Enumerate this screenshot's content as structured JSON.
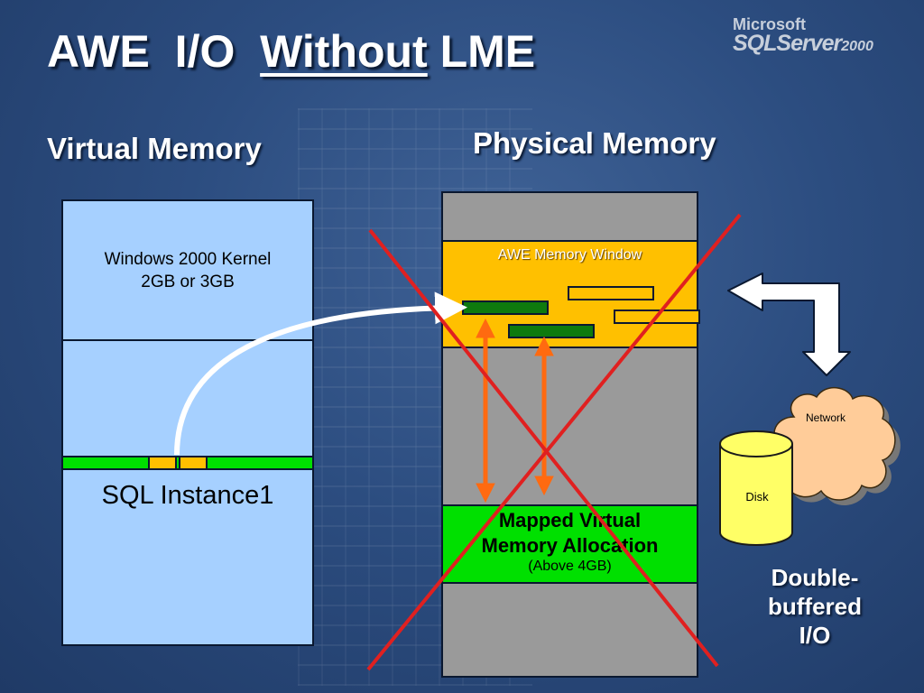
{
  "title": {
    "prefix": "AWE  I/O  ",
    "emphasis": "Without",
    "suffix": " LME"
  },
  "logo": {
    "line1": "Microsoft",
    "line2": "SQLServer",
    "year": "2000"
  },
  "headings": {
    "virtual": "Virtual Memory",
    "physical": "Physical Memory"
  },
  "virtual_memory": {
    "kernel_line1": "Windows 2000 Kernel",
    "kernel_line2": "2GB or 3GB",
    "instance": "SQL Instance1"
  },
  "physical_memory": {
    "awe_window": "AWE Memory Window",
    "mapped_line1": "Mapped Virtual",
    "mapped_line2": "Memory Allocation",
    "mapped_line3": "(Above 4GB)"
  },
  "io": {
    "network": "Network",
    "disk": "Disk"
  },
  "caption": {
    "line1": "Double-",
    "line2": "buffered",
    "line3": "I/O"
  },
  "colors": {
    "background": "#2c4d80",
    "vm_fill": "#a6d0ff",
    "pm_fill": "#9a9a9a",
    "awe_window": "#ffc000",
    "mapped": "#00e000",
    "cross": "#e02020",
    "arrow": "#ff6a10"
  }
}
